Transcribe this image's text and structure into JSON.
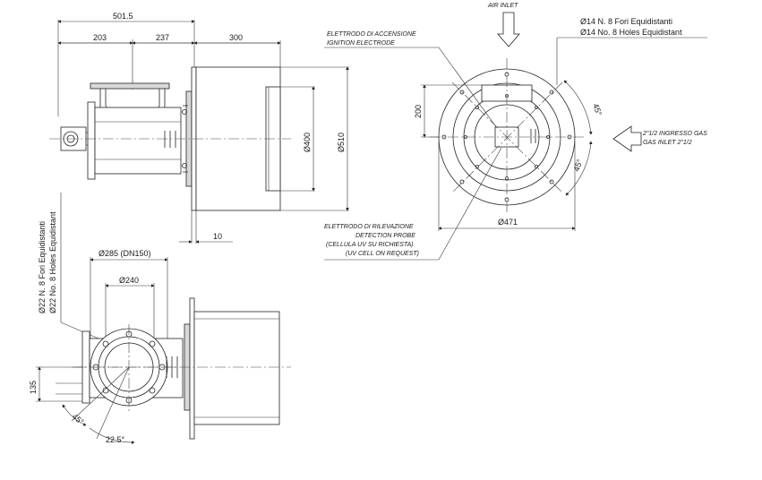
{
  "dimensions": {
    "top_overall": "501.5",
    "seg_203": "203",
    "seg_237": "237",
    "seg_300": "300",
    "dia_400": "Ø400",
    "dia_510": "Ø510",
    "flange_10": "10",
    "dia_285": "Ø285  (DN150)",
    "dia_240": "Ø240",
    "dim_135": "135",
    "angle_45_bottom": "45°",
    "angle_22_5": "22.5°",
    "dim_200": "200",
    "dia_471": "Ø471",
    "angle_45_right_top": "45°",
    "angle_45_right_bottom": "45°"
  },
  "labels": {
    "air_inlet": "AIR INLET",
    "holes_right_it": "Ø14  N. 8  Fori  Equidistanti",
    "holes_right_en": "Ø14  No. 8  Holes  Equidistant",
    "ignition_it": "ELETTRODO DI ACCENSIONE",
    "ignition_en": "IGNITION ELECTRODE",
    "gas_inlet_it": "2\"1/2 INGRESSO GAS",
    "gas_inlet_en": "GAS INLET 2\"1/2",
    "detection_1": "ELETTRODO DI RILEVAZIONE",
    "detection_2": "DETECTION PROBE",
    "detection_3": "(CELLULA UV SU RICHIESTA)",
    "detection_4": "(UV CELL ON REQUEST)",
    "holes_left_it": "Ø22  N. 8  Fori  Equidistanti",
    "holes_left_en": "Ø22  No. 8  Holes  Equidistant"
  }
}
